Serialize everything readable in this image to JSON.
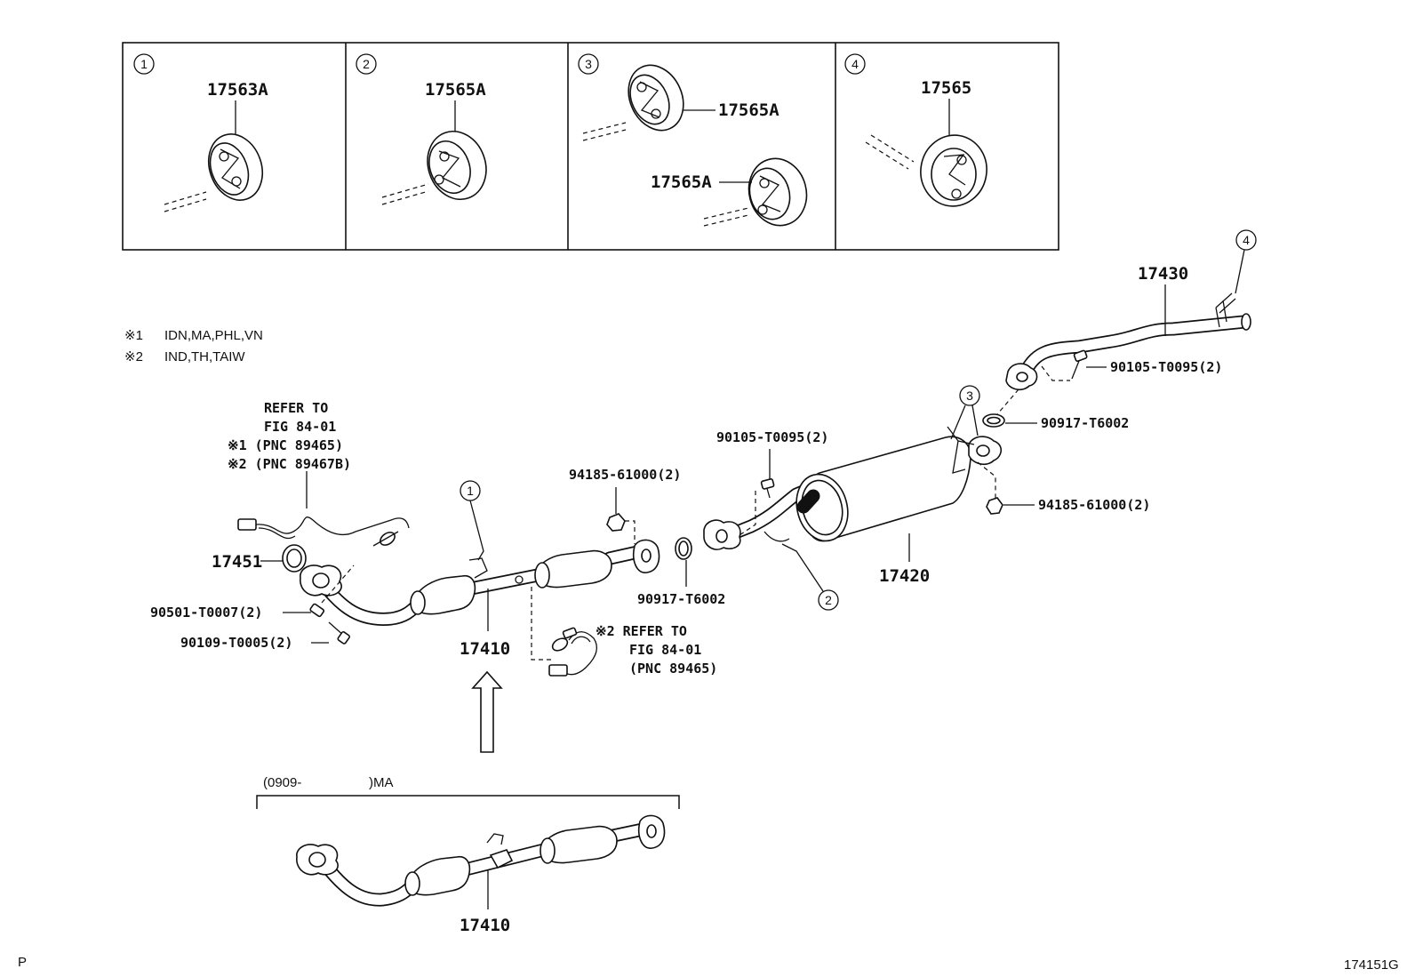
{
  "detail_boxes": [
    {
      "num": "1",
      "part": "17563A"
    },
    {
      "num": "2",
      "part": "17565A"
    },
    {
      "num": "3",
      "part_top": "17565A",
      "part_bottom": "17565A"
    },
    {
      "num": "4",
      "part": "17565"
    }
  ],
  "notes": {
    "n1_mark": "※1",
    "n1_text": "IDN,MA,PHL,VN",
    "n2_mark": "※2",
    "n2_text": "IND,TH,TAIW"
  },
  "sensor_ref_upper": {
    "l1": "REFER TO",
    "l2": "FIG 84-01",
    "l3": "※1 (PNC 89465)",
    "l4": "※2 (PNC 89467B)"
  },
  "sensor_ref_lower": {
    "l1": "※2 REFER TO",
    "l2": "FIG 84-01",
    "l3": "(PNC 89465)"
  },
  "labels": {
    "p17451": "17451",
    "p90501": "90501-T0007(2)",
    "p90109": "90109-T0005(2)",
    "p17410": "17410",
    "p94185a": "94185-61000(2)",
    "p90917a": "90917-T6002",
    "p90105a": "90105-T0095(2)",
    "p17420": "17420",
    "p17430": "17430",
    "p90105b": "90105-T0095(2)",
    "p90917b": "90917-T6002",
    "p94185b": "94185-61000(2)",
    "p17410b": "17410"
  },
  "callouts": {
    "c1": "1",
    "c2": "2",
    "c3": "3",
    "c4": "4"
  },
  "variant": {
    "range": "(0909-",
    "market": ")MA"
  },
  "footer": {
    "left": "P",
    "right": "174151G"
  }
}
